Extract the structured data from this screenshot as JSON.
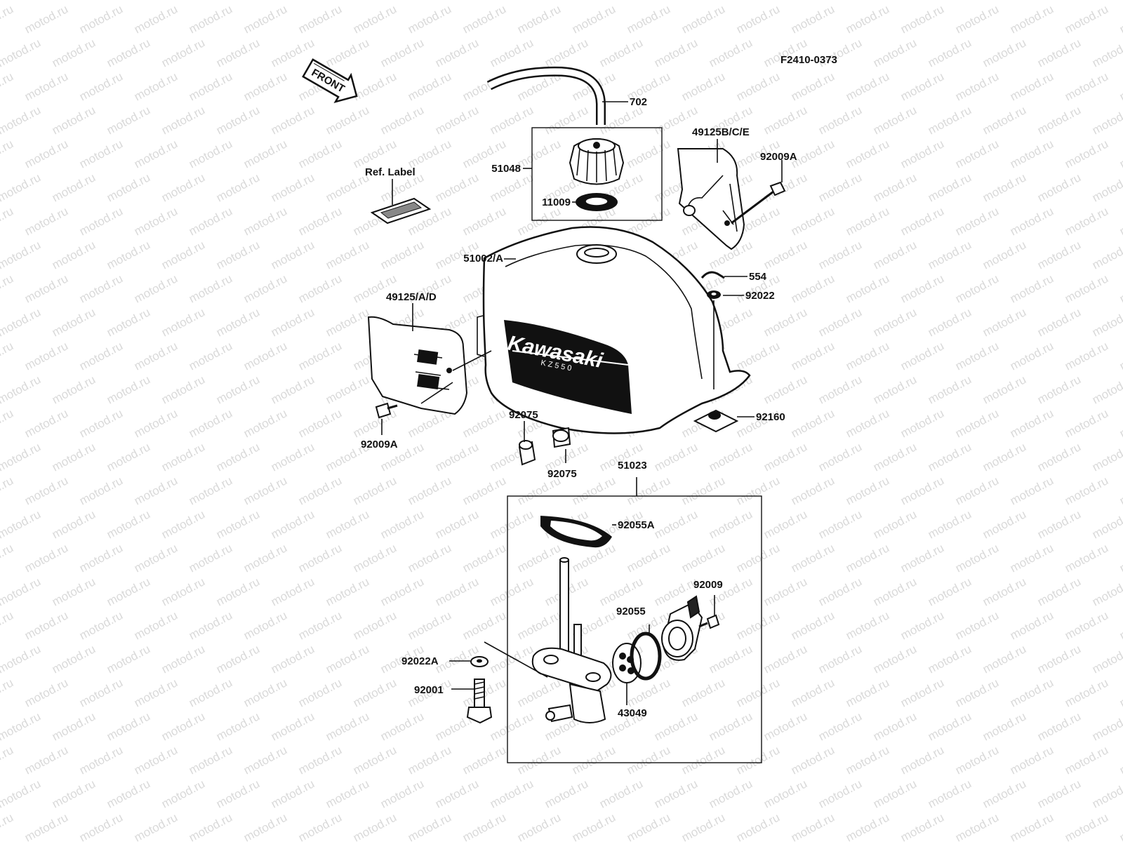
{
  "figure_id": "F2410-0373",
  "watermark": "motod.ru",
  "front_arrow": "FRONT",
  "tank_brand": "Kawasaki",
  "tank_model": "KZ550",
  "parts": [
    {
      "key": "hose",
      "label": "702"
    },
    {
      "key": "cap_assy",
      "label": "51048"
    },
    {
      "key": "cap_gasket",
      "label": "11009"
    },
    {
      "key": "ref_label",
      "label": "Ref. Label"
    },
    {
      "key": "tank",
      "label": "51002/A"
    },
    {
      "key": "emblem_right",
      "label": "49125B/C/E"
    },
    {
      "key": "screw_right",
      "label": "92009A"
    },
    {
      "key": "clip",
      "label": "554"
    },
    {
      "key": "washer",
      "label": "92022"
    },
    {
      "key": "emblem_left",
      "label": "49125/A/D"
    },
    {
      "key": "screw_left",
      "label": "92009A"
    },
    {
      "key": "damper_rear",
      "label": "92160"
    },
    {
      "key": "damper_a",
      "label": "92075"
    },
    {
      "key": "damper_b",
      "label": "92075"
    },
    {
      "key": "cock_assy",
      "label": "51023"
    },
    {
      "key": "cock_gasket",
      "label": "92055A"
    },
    {
      "key": "lever_screw",
      "label": "92009"
    },
    {
      "key": "oring",
      "label": "92055"
    },
    {
      "key": "cock_washer",
      "label": "92022A"
    },
    {
      "key": "cock_bolt",
      "label": "92001"
    },
    {
      "key": "filter",
      "label": "43049"
    }
  ]
}
